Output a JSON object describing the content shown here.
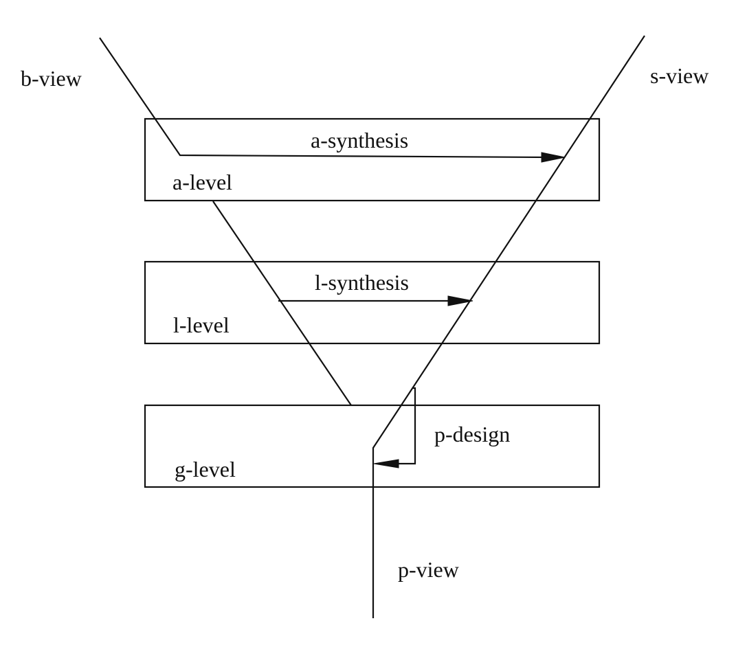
{
  "labels": {
    "b_view": "b-view",
    "s_view": "s-view",
    "a_synthesis": "a-synthesis",
    "a_level": "a-level",
    "l_synthesis": "l-synthesis",
    "l_level": "l-level",
    "p_design": "p-design",
    "g_level": "g-level",
    "p_view": "p-view"
  },
  "colors": {
    "ink": "#111111",
    "background": "#ffffff"
  }
}
